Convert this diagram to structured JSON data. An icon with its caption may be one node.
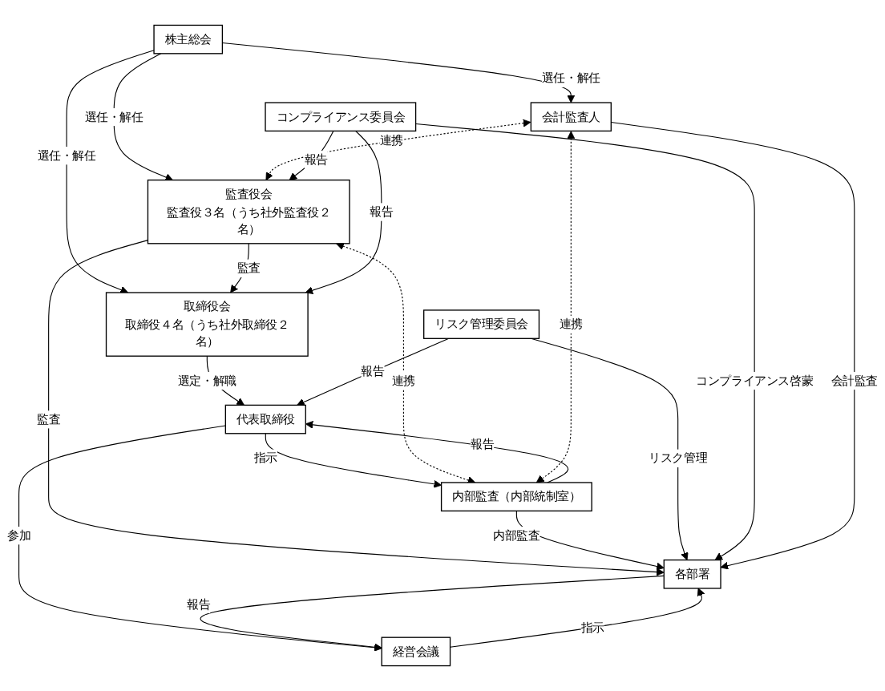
{
  "diagram": {
    "nodes": [
      {
        "text": [
          "株主総会"
        ]
      },
      {
        "text": [
          "会計監査人"
        ]
      },
      {
        "text": [
          "監査役会",
          "監査役３名（うち社外監査役２名）"
        ]
      },
      {
        "text": [
          "取締役会",
          "取締役４名（うち社外取締役２名）"
        ]
      },
      {
        "text": [
          "代表取締役"
        ]
      },
      {
        "text": [
          "内部監査（内部統制室）"
        ]
      },
      {
        "text": [
          "リスク管理委員会"
        ]
      },
      {
        "text": [
          "コンプライアンス委員会"
        ]
      },
      {
        "text": [
          "経営会議"
        ]
      },
      {
        "text": [
          "各部署"
        ]
      }
    ],
    "edges": [
      {
        "from": 0,
        "to": 1,
        "arrow": "to",
        "label": "選任・解任"
      },
      {
        "from": 0,
        "to": 2,
        "arrow": "to",
        "label": "選任・解任"
      },
      {
        "from": 0,
        "to": 3,
        "arrow": "to",
        "label": "選任・解任"
      },
      {
        "from": 1,
        "to": 2,
        "arrow": "both",
        "label": "連携",
        "style": "dashed"
      },
      {
        "from": 2,
        "to": 3,
        "arrow": "to",
        "label": "監査"
      },
      {
        "from": 7,
        "to": 2,
        "arrow": "to",
        "label": "報告"
      },
      {
        "from": 7,
        "to": 3,
        "arrow": "to",
        "label": "報告"
      },
      {
        "from": 3,
        "to": 4,
        "arrow": "to",
        "label": "選定・解職"
      },
      {
        "from": 5,
        "to": 4,
        "arrow": "to",
        "label": "報告"
      },
      {
        "from": 4,
        "to": 5,
        "arrow": "to",
        "label": "指示"
      },
      {
        "from": 6,
        "to": 4,
        "arrow": "to",
        "label": "報告"
      },
      {
        "from": 2,
        "to": 5,
        "arrow": "both",
        "label": "連携",
        "style": "dashed"
      },
      {
        "from": 1,
        "to": 5,
        "arrow": "both",
        "label": "連携",
        "style": "dashed"
      },
      {
        "from": 4,
        "to": 8,
        "arrow": "to",
        "label": "参加"
      },
      {
        "from": 8,
        "to": 9,
        "arrow": "to",
        "label": "指示"
      },
      {
        "from": 9,
        "to": 8,
        "arrow": "to",
        "label": "報告"
      },
      {
        "from": 2,
        "to": 9,
        "arrow": "to",
        "label": "監査"
      },
      {
        "from": 5,
        "to": 9,
        "arrow": "to",
        "label": "内部監査"
      },
      {
        "from": 6,
        "to": 9,
        "arrow": "to",
        "label": "リスク管理"
      },
      {
        "from": 7,
        "to": 9,
        "arrow": "to",
        "label": "コンプライアンス啓蒙"
      },
      {
        "from": 1,
        "to": 9,
        "arrow": "to",
        "label": "会計監査"
      }
    ]
  }
}
